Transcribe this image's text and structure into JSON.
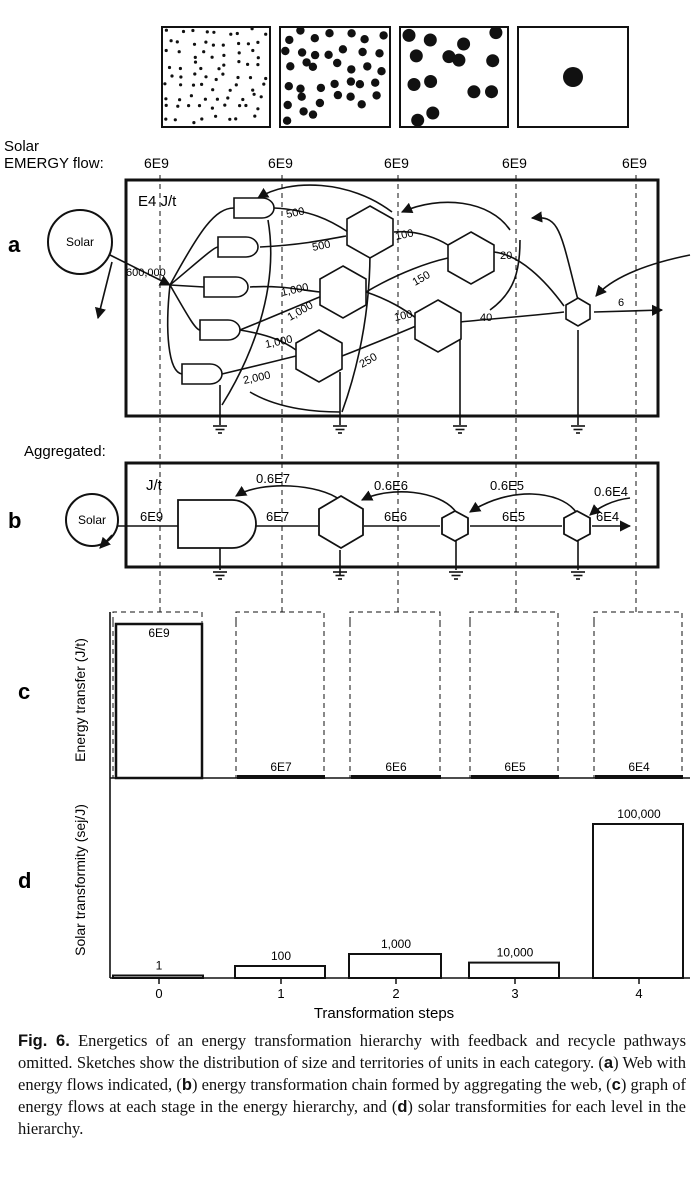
{
  "solar_label": "Solar",
  "emergy_flow_label": "EMERGY flow:",
  "emergy_flows": [
    "6E9",
    "6E9",
    "6E9",
    "6E9",
    "6E9"
  ],
  "panel_a": {
    "letter": "a",
    "unit": "E4 J/t",
    "source_label": "Solar",
    "input_flow": "600,000",
    "flows": [
      "500",
      "500",
      "1,000",
      "1,000",
      "1,000",
      "2,000",
      "250",
      "100",
      "150",
      "100",
      "20",
      "40",
      "6"
    ]
  },
  "aggregated_label": "Aggregated:",
  "panel_b": {
    "letter": "b",
    "unit": "J/t",
    "source_label": "Solar",
    "forward_flows": [
      "6E9",
      "6E7",
      "6E6",
      "6E5",
      "6E4"
    ],
    "feedback_flows": [
      "0.6E7",
      "0.6E6",
      "0.6E5",
      "0.6E4"
    ]
  },
  "chart_data": [
    {
      "type": "bar",
      "panel": "c",
      "ylabel": "Energy transfer (J/t)",
      "categories": [
        "0",
        "1",
        "2",
        "3",
        "4"
      ],
      "values": [
        6000000000,
        60000000,
        6000000,
        600000,
        60000
      ],
      "value_labels": [
        "6E9",
        "6E7",
        "6E6",
        "6E5",
        "6E4"
      ]
    },
    {
      "type": "bar",
      "panel": "d",
      "ylabel": "Solar transformity (sej/J)",
      "xlabel": "Transformation steps",
      "categories": [
        "0",
        "1",
        "2",
        "3",
        "4"
      ],
      "values": [
        1,
        100,
        1000,
        10000,
        100000
      ],
      "value_labels": [
        "1",
        "100",
        "1,000",
        "10,000",
        "100,000"
      ]
    }
  ],
  "caption": {
    "fig_label": "Fig. 6.",
    "parts": [
      " Energetics of an energy transformation hierarchy with feedback and recycle pathways omitted. Sketches show the distribution of size and territories of units in each category. (",
      "a",
      ") Web with energy flows indicated, (",
      "b",
      ") energy transformation chain formed by aggregating the web, (",
      "c",
      ") graph of energy flows at each stage in the energy hierarchy, and (",
      "d",
      ") solar transformities for each level in the hierarchy."
    ]
  }
}
